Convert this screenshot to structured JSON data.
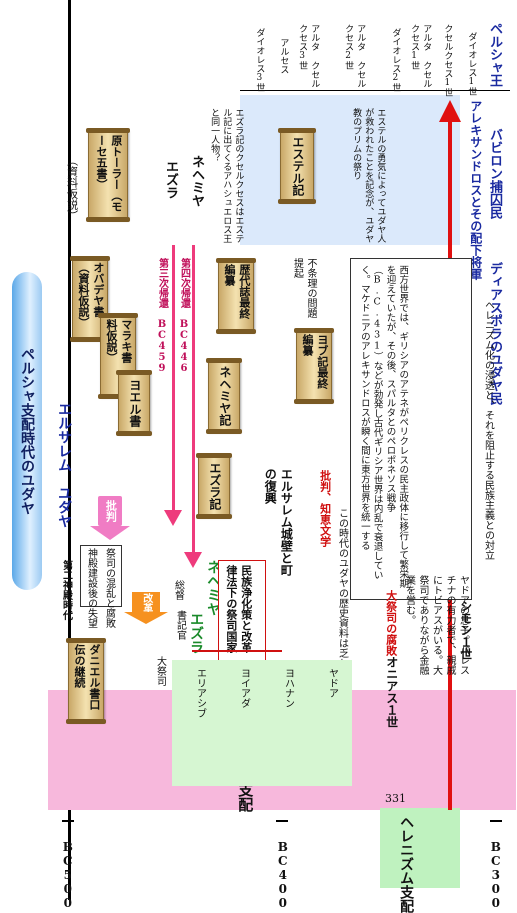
{
  "title": "ペルシャ支配時代のユダヤ",
  "timeline": {
    "bc500": "BC500",
    "bc400": "BC400",
    "bc300": "BC300",
    "year331": "331",
    "persian_rule": "ペルシャ支配",
    "hellenism_rule": "ヘレニズム支配"
  },
  "right_column": {
    "persia_king": "ペルシャ王",
    "kings": [
      "ダイオレス1世",
      "クセルクセス1世",
      "アルタ クセルクセス1世",
      "ダイオレス2世",
      "アルタ クセルクセス2世",
      "アルタ クセルクセス3世",
      "アルセス",
      "ダイオレス3世"
    ],
    "alexander": "アレキサンドロスとその配下将軍",
    "babylon_captives": "バビロン捕囚民",
    "diaspora": "ディアスポラのユダヤ民"
  },
  "babylon_section": {
    "moses_scroll": "原トーラー（モーセ五書）",
    "moses_note": "（資料仮説）",
    "ezra": "エズラ",
    "nehemiah": "ネヘミヤ",
    "ezra_note": "エズラ記のクセルクセスはエステル記に出てくるアハシュエロス王と同一人物？",
    "esther_scroll": "エステル記",
    "esther_note": "エステルの勇気によってユダヤ人が救われたことを記念が、ユダヤ教のプリムの祭り"
  },
  "jerusalem_section": {
    "heading": "エルサレム　ユダヤ",
    "obadiah": "オバデヤ書（資料仮説）",
    "malachi": "マラキ書（資料仮説）",
    "joel": "ヨエル書",
    "ezra_book": "エズラ記",
    "nehemiah_book": "ネヘミヤ記",
    "chronicles": "歴代誌最終編纂",
    "job": "ヨブ記最終編纂",
    "third_return": "第三次帰還 BC459",
    "fourth_return": "第四次帰還 BC446",
    "unknown": "不条理の問題提起",
    "criticism": "批判",
    "wisdom": "批判、知恵文学",
    "wall": "エルサレム城壁と町の復興",
    "scarce": "この時代のユダヤの歴史資料は乏しい",
    "second_temple": "第二神殿時代",
    "temple_disappoint": "神殿建設後の失望",
    "priests_chaos": "祭司の混乱と腐敗",
    "reform": "改革",
    "scribe": "書記官",
    "ezra_green": "エズラ",
    "governor": "総督",
    "nehemiah_green": "ネヘミヤ",
    "reform_box": "民族浄化策と改革律法下の祭司国家",
    "daniel": "ダニエル書口伝の継続",
    "high_priest": "大祭司",
    "priests": [
      "エリアシブ",
      "ヨイアダ",
      "ヨハナン",
      "ヤドア"
    ],
    "onias": "オニアス１世",
    "onias_red": "大祭司の腐敗",
    "onias_desc": "ヤドアの息子。パレスチナの有力者で、親戚にトビアスがいる。大祭司でありながら金融業を営む。",
    "simon": "シモン１世",
    "greek_desc": "西方世界では、ギリシアのアテネがペリクレスの民主政体に移行して繁栄期を迎えていたが、その後、スパルタとのペロポネソス戦争（B.C.431）などが勃発し古代ギリシア世界は内乱で衰退していく。マケドニアのアレキサンドロスが瞬く間に東方世界を統一する",
    "hellenism_note": "ヘレニズム化の浸透と、それを阻止する民族主義との対立"
  }
}
